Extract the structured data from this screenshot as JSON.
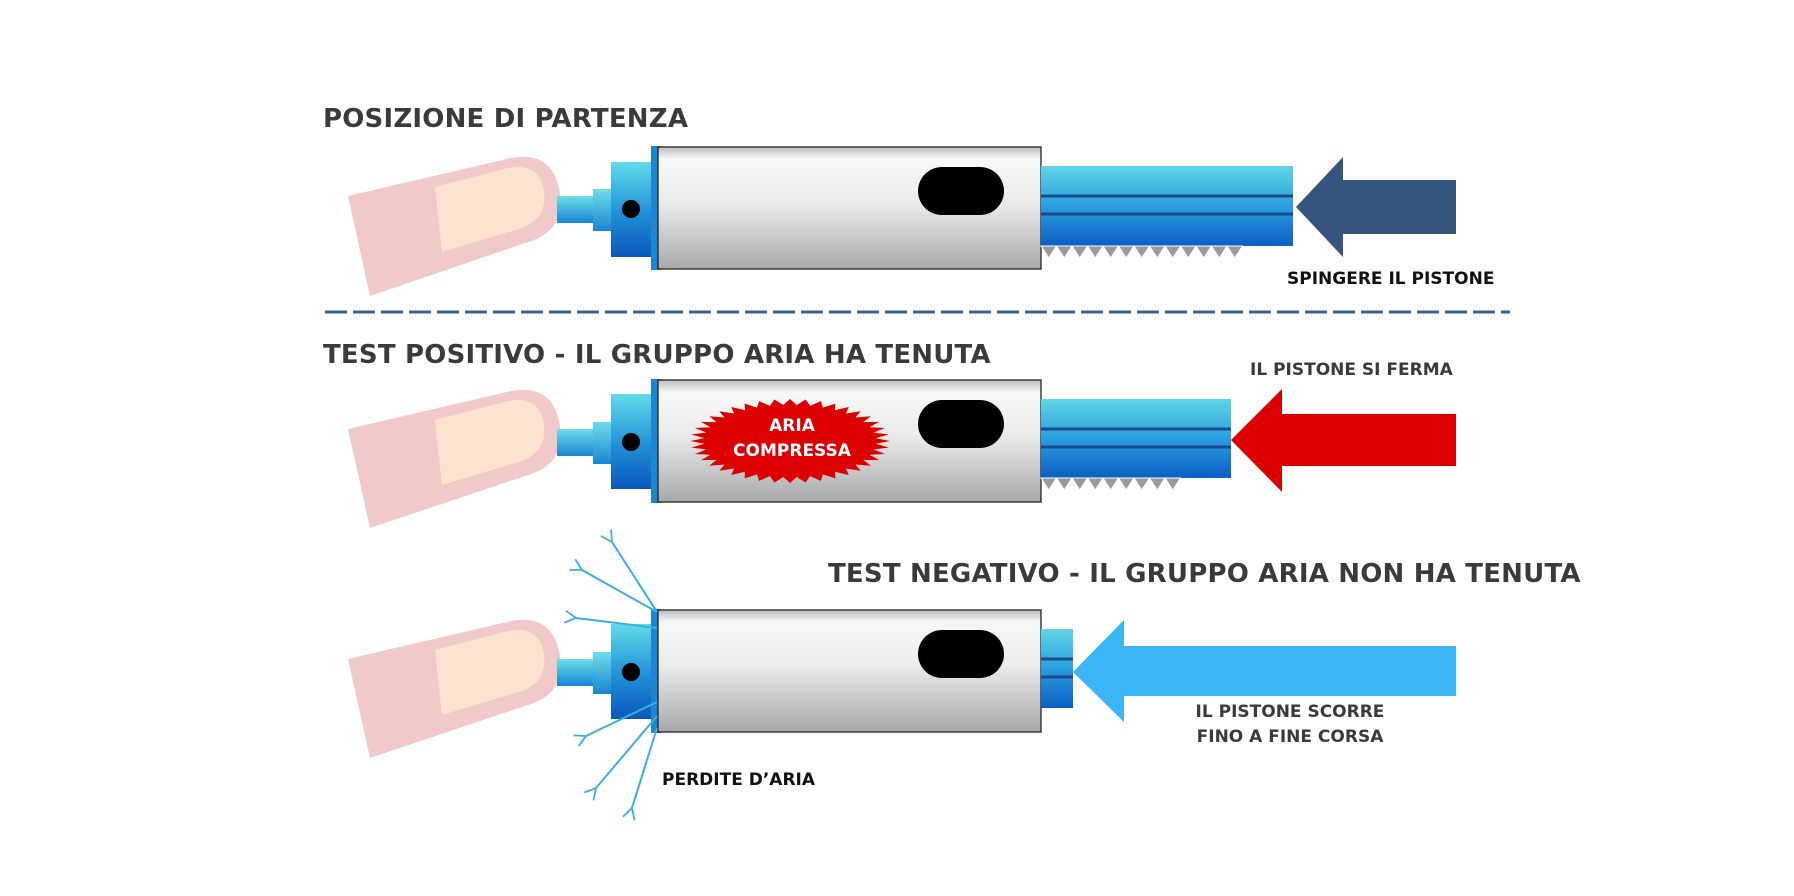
{
  "colors": {
    "finger": "#f2c9c9",
    "nail": "#fde3cf",
    "cyan_light": "#5fd6e6",
    "blue_dark": "#0a63c9",
    "divider": "#3d5f8e",
    "arrow_navy": "#35557f",
    "arrow_red": "#dd0000",
    "arrow_sky": "#3bb5f5",
    "leak_lines": "#3aaee0",
    "burst_red": "#dd0000"
  },
  "sections": [
    {
      "title": "POSIZIONE DI PARTENZA",
      "note": "SPINGERE IL PISTONE"
    },
    {
      "title": "TEST POSITIVO - IL GRUPPO ARIA HA TENUTA",
      "note": "IL PISTONE SI FERMA",
      "burst_lines": [
        "ARIA",
        "COMPRESSA"
      ]
    },
    {
      "title": "TEST NEGATIVO - IL GRUPPO ARIA NON HA TENUTA",
      "note_lines": [
        "IL PISTONE SCORRE",
        "FINO A FINE CORSA"
      ],
      "leak_label": "PERDITE D’ARIA"
    }
  ]
}
